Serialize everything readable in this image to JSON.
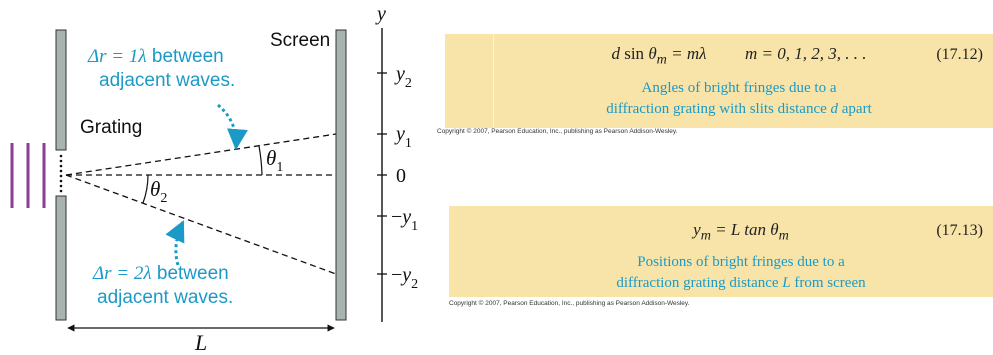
{
  "diagram": {
    "y_axis_label": "y",
    "screen_label": "Screen",
    "grating_label": "Grating",
    "ticks": [
      {
        "main": "y",
        "sub": "2",
        "sign": ""
      },
      {
        "main": "y",
        "sub": "1",
        "sign": ""
      },
      {
        "main": "0",
        "sub": "",
        "sign": ""
      },
      {
        "main": "y",
        "sub": "1",
        "sign": "−"
      },
      {
        "main": "y",
        "sub": "2",
        "sign": "−"
      }
    ],
    "theta1": {
      "main": "θ",
      "sub": "1"
    },
    "theta2": {
      "main": "θ",
      "sub": "2"
    },
    "length_label": "L",
    "note1": {
      "line1_math": "Δr = 1λ",
      "line1_text": " between",
      "line2": "adjacent waves."
    },
    "note2": {
      "line1_math": "Δr = 2λ",
      "line1_text": " between",
      "line2": "adjacent waves."
    },
    "colors": {
      "accent": "#1c9ac7",
      "wave": "#8e3c95",
      "slab": "#a9b4b0",
      "ink": "#111111"
    }
  },
  "equation1": {
    "lhs_d": "d",
    "lhs_sin": " sin ",
    "lhs_theta": "θ",
    "lhs_sub": "m",
    "eq_rhs_m": " = m",
    "eq_rhs_lambda": "λ",
    "m_values": "m = 0, 1, 2, 3, . . .",
    "number": "(17.12)",
    "caption_line1": "Angles of bright fringes due to a",
    "caption_line2_pre": "diffraction grating with slits distance ",
    "caption_line2_var": "d",
    "caption_line2_post": " apart",
    "copyright": "Copyright © 2007, Pearson Education, Inc., publishing as Pearson Addison-Wesley."
  },
  "equation2": {
    "lhs_y": "y",
    "lhs_sub": "m",
    "rhs": " = L tan θ",
    "rhs_sub": "m",
    "number": "(17.13)",
    "caption_line1": "Positions of bright fringes due to a",
    "caption_line2_pre": "diffraction grating distance ",
    "caption_line2_var": "L",
    "caption_line2_post": " from screen",
    "copyright": "Copyright © 2007, Pearson Education, Inc., publishing as Pearson Addison-Wesley."
  }
}
